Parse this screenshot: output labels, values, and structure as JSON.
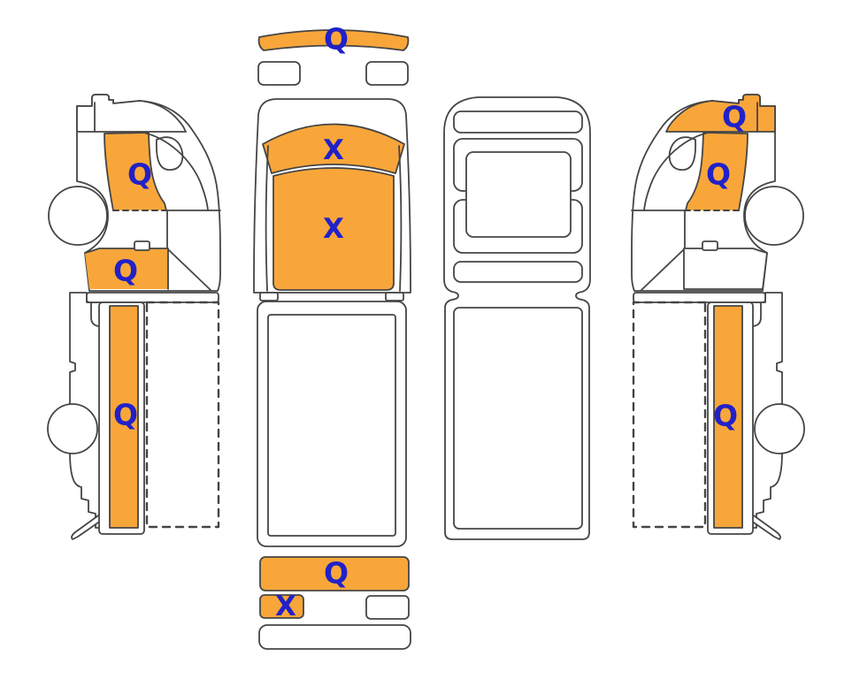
{
  "diagram": {
    "colors": {
      "damage_fill": "#F8A63A",
      "code_text": "#2121C8",
      "outline": "#454545",
      "background": "#FFFFFF"
    },
    "views": {
      "left_side": {
        "markers": {
          "door": {
            "code": "Q"
          },
          "lower_panel": {
            "code": "Q"
          },
          "bed_side": {
            "code": "Q"
          }
        }
      },
      "front": {
        "markers": {
          "bumper": {
            "code": "Q"
          },
          "windshield": {
            "code": "X"
          },
          "front_panel": {
            "code": "X"
          }
        }
      },
      "rear": {
        "markers": {
          "tailgate": {
            "code": "Q"
          },
          "left_taillight": {
            "code": "X"
          }
        }
      },
      "top": {
        "markers": {}
      },
      "right_side": {
        "markers": {
          "roof_rail": {
            "code": "Q"
          },
          "door": {
            "code": "Q"
          },
          "bed_side": {
            "code": "Q"
          }
        }
      }
    }
  }
}
